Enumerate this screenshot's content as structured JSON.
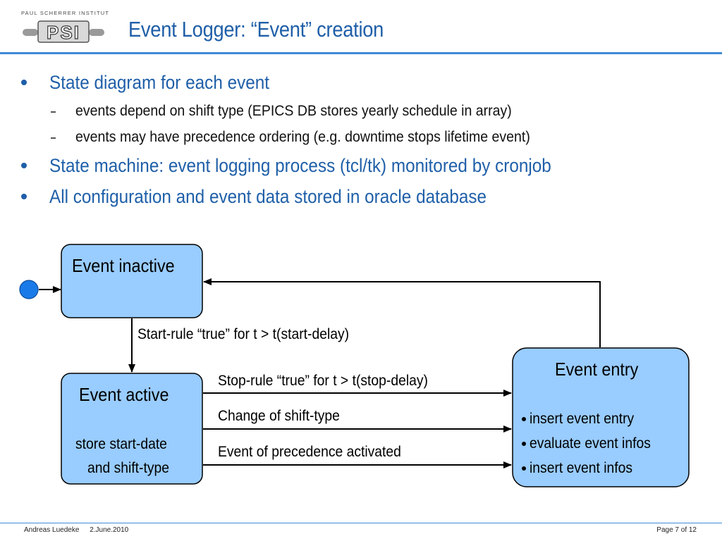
{
  "header": {
    "logo_caption": "PAUL SCHERRER INSTITUT",
    "logo_mark": "PSI",
    "title": "Event Logger: “Event” creation"
  },
  "bullets": [
    {
      "level": 1,
      "text": "State diagram for each event"
    },
    {
      "level": 2,
      "text": "events depend on shift type (EPICS DB stores yearly schedule in array)"
    },
    {
      "level": 2,
      "text": "events may have precedence ordering (e.g. downtime stops lifetime event)"
    },
    {
      "level": 1,
      "text": "State machine: event logging process (tcl/tk) monitored by cronjob"
    },
    {
      "level": 1,
      "text": "All configuration and event data stored in oracle database"
    }
  ],
  "diagram": {
    "states": {
      "inactive": {
        "title": "Event inactive"
      },
      "active": {
        "title": "Event active",
        "lines": [
          "store start-date",
          "and shift-type"
        ]
      },
      "entry": {
        "title": "Event entry",
        "items": [
          "insert event entry",
          "evaluate event infos",
          "insert event infos"
        ]
      }
    },
    "transitions": {
      "start_rule": "Start-rule “true” for t > t(start-delay)",
      "stop_rule": "Stop-rule “true” for t > t(stop-delay)",
      "shift_change": "Change of shift-type",
      "precedence": "Event of precedence activated"
    },
    "colors": {
      "state_fill": "#99ccff",
      "state_border": "#000000",
      "initial_dot": "#1a7be8",
      "text_blue": "#1f5fa8"
    }
  },
  "footer": {
    "author": "Andreas Luedeke",
    "date": "2.June.2010",
    "page": "Page 7 of 12"
  }
}
